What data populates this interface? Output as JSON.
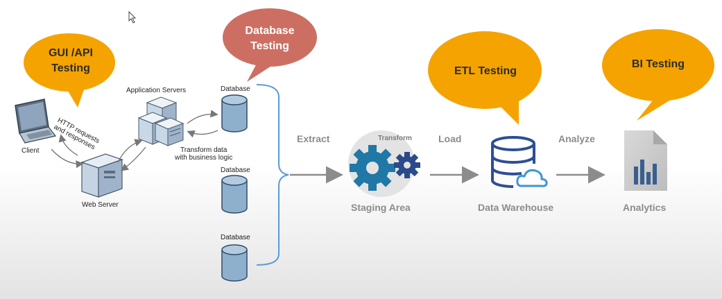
{
  "bubbles": {
    "gui_api": {
      "line1": "GUI /API",
      "line2": "Testing"
    },
    "database": {
      "line1": "Database",
      "line2": "Testing"
    },
    "etl": {
      "text": "ETL Testing"
    },
    "bi": {
      "text": "BI Testing"
    }
  },
  "labels": {
    "client": "Client",
    "http_line1": "HTTP requests",
    "http_line2": "and responses",
    "app_servers": "Application Servers",
    "transform_line1": "Transform data",
    "transform_line2": "with business logic",
    "web_server": "Web Server",
    "database_1": "Database",
    "database_2": "Database",
    "database_3": "Database"
  },
  "pipeline": {
    "extract": "Extract",
    "transform": "Transform",
    "load": "Load",
    "analyze": "Analyze",
    "staging_area": "Staging Area",
    "data_warehouse": "Data Warehouse",
    "analytics": "Analytics"
  },
  "colors": {
    "orange_bubble": "#f5a300",
    "red_bubble": "#cc6f62",
    "gear_blue": "#1f78a6",
    "gear_dark": "#2a4a8a",
    "warehouse_blue": "#2c4f94",
    "cloud_blue": "#3b95d6",
    "db_blue": "#8fb0cc",
    "arrow_grey": "#8c8c8c",
    "brace_blue": "#5a9bd3"
  },
  "icons": [
    "cursor-icon",
    "laptop-icon",
    "web-server-icon",
    "app-servers-icon",
    "database-icon",
    "gear-icon",
    "data-warehouse-icon",
    "cloud-icon",
    "analytics-document-icon",
    "bar-chart-icon"
  ]
}
